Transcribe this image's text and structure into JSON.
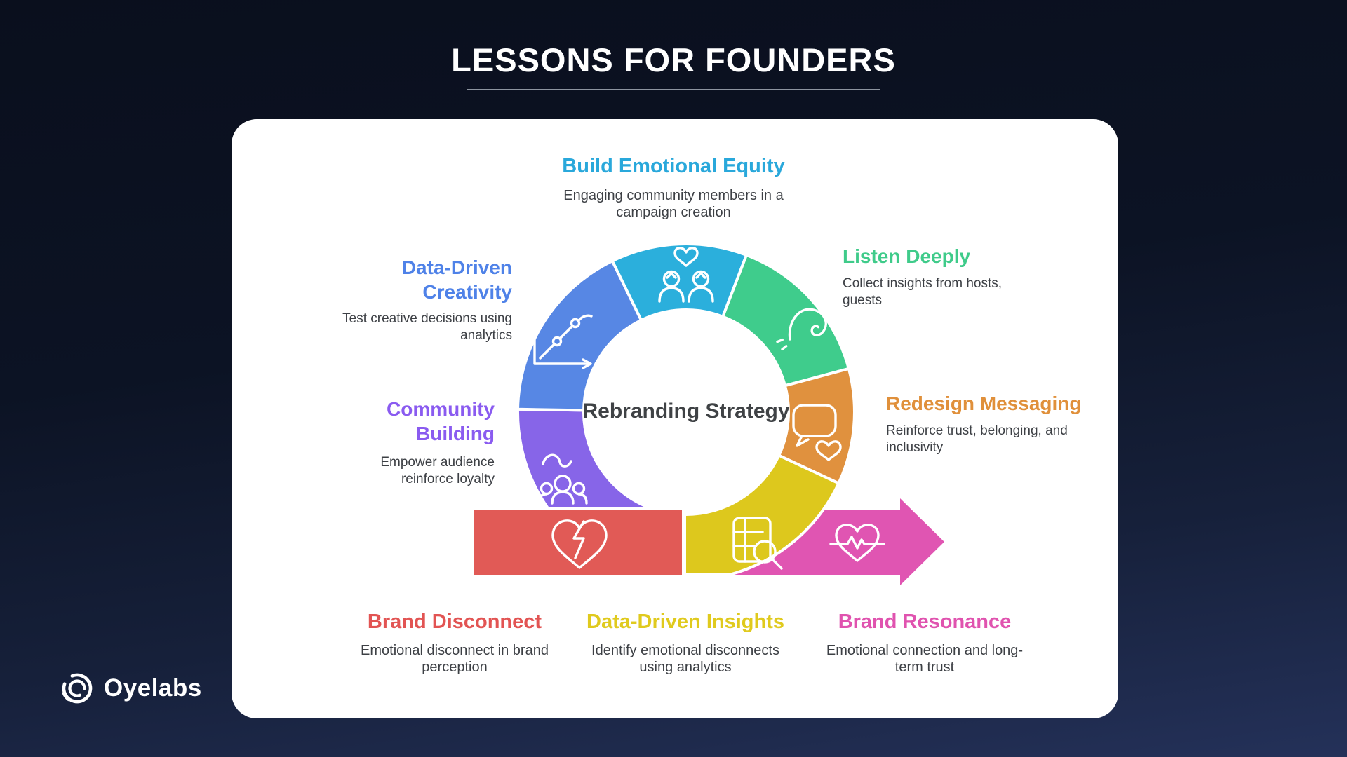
{
  "header": {
    "title": "LESSONS FOR FOUNDERS"
  },
  "brand": {
    "logo_text": "Oyelabs"
  },
  "diagram": {
    "center_label": "Rebranding Strategy",
    "segments": [
      {
        "id": "build-emotional-equity",
        "label": "Build Emotional Equity",
        "description": "Engaging community members in a campaign creation",
        "color": "#2bafdc",
        "text_color": "#29a8db",
        "icon": "family-heart-icon"
      },
      {
        "id": "data-driven-creativity",
        "label": "Data-Driven Creativity",
        "description": "Test creative decisions using analytics",
        "color": "#5787e4",
        "text_color": "#4f82e8",
        "icon": "growth-chart-icon"
      },
      {
        "id": "community-building",
        "label": "Community Building",
        "description": "Empower audience reinforce loyalty",
        "color": "#8765e8",
        "text_color": "#8a5bf0",
        "icon": "people-group-icon"
      },
      {
        "id": "listen-deeply",
        "label": "Listen Deeply",
        "description": "Collect insights from hosts, guests",
        "color": "#3fcc8c",
        "text_color": "#3fcb8a",
        "icon": "ear-icon"
      },
      {
        "id": "redesign-messaging",
        "label": "Redesign Messaging",
        "description": "Reinforce trust, belonging, and inclusivity",
        "color": "#e0913e",
        "text_color": "#e0903b",
        "icon": "chat-heart-icon"
      },
      {
        "id": "brand-disconnect",
        "label": "Brand Disconnect",
        "description": "Emotional disconnect in brand perception",
        "color": "#e15a56",
        "text_color": "#e25453",
        "icon": "broken-heart-icon"
      },
      {
        "id": "data-driven-insights",
        "label": "Data-Driven Insights",
        "description": "Identify emotional disconnects using analytics",
        "color": "#ddc81d",
        "text_color": "#e0ca1e",
        "icon": "data-search-icon"
      },
      {
        "id": "brand-resonance",
        "label": "Brand Resonance",
        "description": "Emotional connection and long-term trust",
        "color": "#e055b2",
        "text_color": "#e053af",
        "icon": "heartbeat-icon"
      }
    ]
  }
}
